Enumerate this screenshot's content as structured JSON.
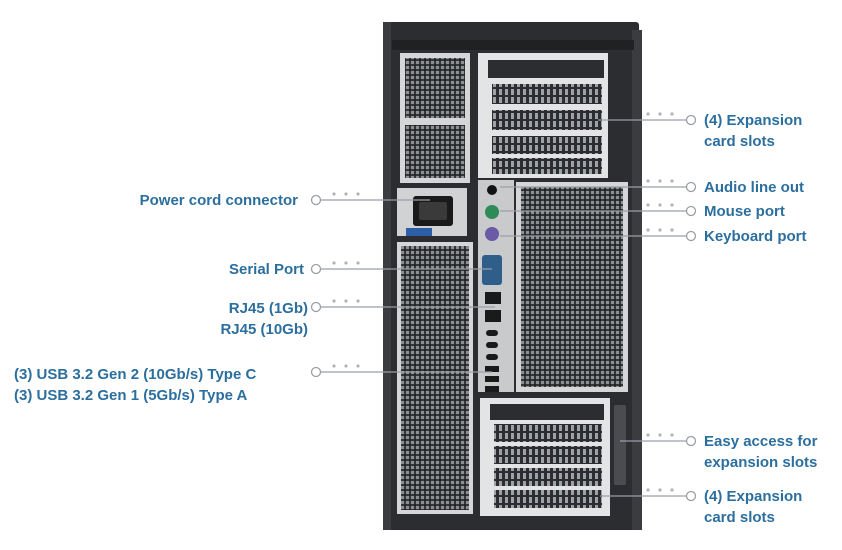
{
  "labels": {
    "expansion_top": [
      "(4) Expansion",
      "card slots"
    ],
    "audio_line_out": "Audio line out",
    "mouse_port": "Mouse port",
    "keyboard_port": "Keyboard port",
    "easy_access": [
      "Easy access for",
      "expansion slots"
    ],
    "expansion_bottom": [
      "(4) Expansion",
      "card slots"
    ],
    "power_cord": "Power cord connector",
    "serial_port": "Serial Port",
    "rj45": [
      "RJ45 (1Gb)",
      "RJ45 (10Gb)"
    ],
    "usb": [
      "(3) USB 3.2 Gen 2 (10Gb/s) Type C",
      "(3) USB 3.2 Gen 1 (5Gb/s) Type A"
    ]
  },
  "colors": {
    "callout_text": "#2c6f9e",
    "leader_line": "#9aa0a6",
    "chassis": "#2b2d30",
    "vent": "#8c8f93",
    "bracket": "#d8dadc"
  }
}
